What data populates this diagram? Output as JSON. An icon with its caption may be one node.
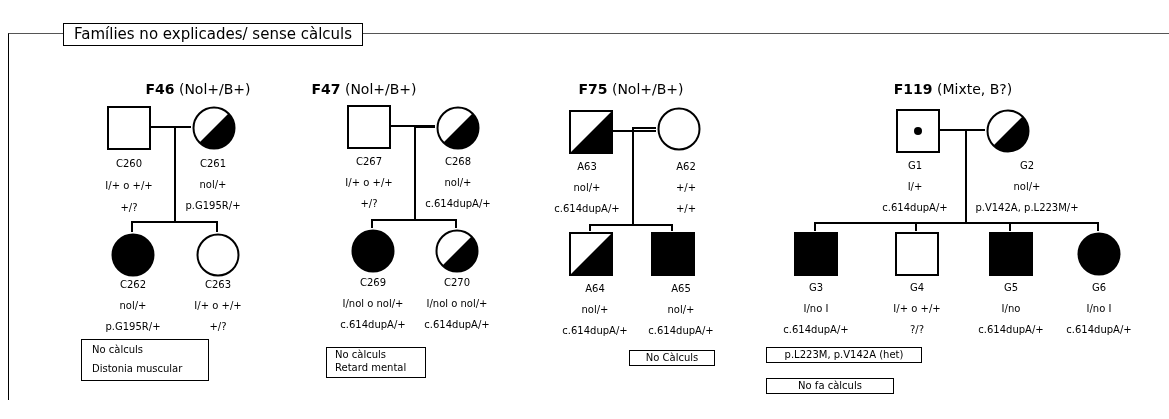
{
  "diagram": {
    "nodes": [
      {
        "text": [
          "Famílies no explicades/ sense càlculs"
        ]
      },
      {
        "text": [],
        "shape": "box",
        "in": 0,
        "beside": [
          "C260",
          "I/+ o +/+",
          "+/?"
        ]
      },
      {
        "text": [],
        "shape": "circle",
        "in": 0,
        "beside": [
          "C261",
          "nol/+",
          "p.G195R/+"
        ]
      },
      {
        "text": [],
        "shape": "circle",
        "in": 0,
        "beside": [
          "C262",
          "nol/+",
          "p.G195R/+"
        ]
      },
      {
        "text": [],
        "shape": "circle",
        "in": 0,
        "beside": [
          "C263",
          "I/+ o +/+",
          "+/?"
        ]
      },
      {
        "text": [
          "No càlculs",
          "Distonia muscular"
        ],
        "in": 0
      },
      {
        "text": [],
        "shape": "box",
        "in": 0,
        "beside": [
          "C267",
          "I/+ o +/+",
          "+/?"
        ]
      },
      {
        "text": [],
        "shape": "circle",
        "in": 0,
        "beside": [
          "C268",
          "nol/+",
          "c.614dupA/+"
        ]
      },
      {
        "text": [],
        "shape": "circle",
        "in": 0,
        "beside": [
          "C269",
          "I/nol o nol/+",
          "c.614dupA/+"
        ]
      },
      {
        "text": [],
        "shape": "circle",
        "in": 0,
        "beside": [
          "C270",
          "I/nol o nol/+",
          "c.614dupA/+"
        ]
      },
      {
        "text": [
          "No càlculs",
          "Retard mental"
        ],
        "in": 0
      },
      {
        "text": [],
        "shape": "box",
        "in": 0,
        "beside": [
          "A63",
          "nol/+",
          "c.614dupA/+"
        ]
      },
      {
        "text": [],
        "shape": "circle",
        "in": 0,
        "beside": [
          "A62",
          "+/+",
          "+/+"
        ]
      },
      {
        "text": [],
        "shape": "box",
        "in": 0,
        "beside": [
          "A64",
          "nol/+",
          "c.614dupA/+"
        ]
      },
      {
        "text": [],
        "shape": "box",
        "in": 0,
        "beside": [
          "A65",
          "nol/+",
          "c.614dupA/+"
        ]
      },
      {
        "text": [
          "No Càlculs"
        ],
        "in": 0
      },
      {
        "text": [],
        "shape": "box",
        "in": 0,
        "beside": [
          "G1",
          "I/+",
          "c.614dupA/+"
        ]
      },
      {
        "text": [],
        "shape": "circle",
        "in": 0,
        "beside": [
          "G2",
          "nol/+",
          "p.V142A, p.L223M/+"
        ]
      },
      {
        "text": [],
        "shape": "box",
        "in": 0,
        "beside": [
          "G3",
          "I/no I",
          "c.614dupA/+"
        ]
      },
      {
        "text": [],
        "shape": "box",
        "in": 0,
        "beside": [
          "G4",
          "I/+ o +/+",
          "?/?"
        ]
      },
      {
        "text": [],
        "shape": "box",
        "in": 0,
        "beside": [
          "G5",
          "I/no",
          "c.614dupA/+"
        ]
      },
      {
        "text": [],
        "shape": "circle",
        "in": 0,
        "beside": [
          "G6",
          "I/no I",
          "c.614dupA/+"
        ]
      },
      {
        "text": [
          "p.L223M, p.V142A (het)"
        ],
        "in": 0
      },
      {
        "text": [
          "No fa càlculs"
        ],
        "in": 0
      }
    ],
    "edges": [
      {
        "from": 1,
        "to": 2,
        "arrow": "none"
      },
      {
        "from": 1,
        "to": 3,
        "arrow": "none"
      },
      {
        "from": 2,
        "to": 3,
        "arrow": "none"
      },
      {
        "from": 1,
        "to": 4,
        "arrow": "none"
      },
      {
        "from": 2,
        "to": 4,
        "arrow": "none"
      },
      {
        "from": 6,
        "to": 7,
        "arrow": "none"
      },
      {
        "from": 6,
        "to": 8,
        "arrow": "none"
      },
      {
        "from": 7,
        "to": 8,
        "arrow": "none"
      },
      {
        "from": 6,
        "to": 9,
        "arrow": "none"
      },
      {
        "from": 7,
        "to": 9,
        "arrow": "none"
      },
      {
        "from": 11,
        "to": 12,
        "arrow": "none"
      },
      {
        "from": 11,
        "to": 13,
        "arrow": "none"
      },
      {
        "from": 12,
        "to": 13,
        "arrow": "none"
      },
      {
        "from": 11,
        "to": 14,
        "arrow": "none"
      },
      {
        "from": 12,
        "to": 14,
        "arrow": "none"
      },
      {
        "from": 16,
        "to": 17,
        "arrow": "none"
      },
      {
        "from": 16,
        "to": 18,
        "arrow": "none"
      },
      {
        "from": 17,
        "to": 18,
        "arrow": "none"
      },
      {
        "from": 16,
        "to": 19,
        "arrow": "none"
      },
      {
        "from": 17,
        "to": 19,
        "arrow": "none"
      },
      {
        "from": 16,
        "to": 20,
        "arrow": "none"
      },
      {
        "from": 17,
        "to": 20,
        "arrow": "none"
      },
      {
        "from": 16,
        "to": 21,
        "arrow": "none"
      },
      {
        "from": 17,
        "to": 21,
        "arrow": "none"
      }
    ],
    "labels": [
      "**F46** (Nol+/B+)",
      "**F47** (Nol+/B+)",
      "**F75** (Nol+/B+)",
      "**F119** (Mixte, B?)"
    ]
  }
}
